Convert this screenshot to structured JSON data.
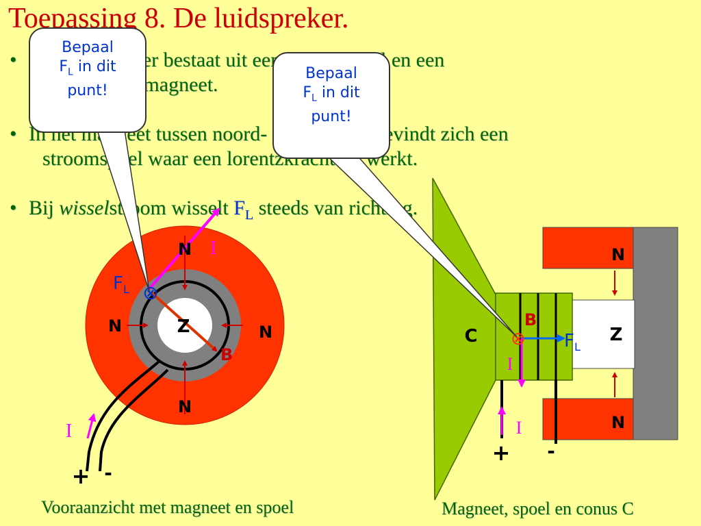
{
  "title": "Toepassing 8. De luidspreker.",
  "bullets": [
    {
      "line1": "Een luidspreker bestaat uit een stroomspoel en een",
      "line2": "permanente magneet."
    },
    {
      "line1": "In het magneet tussen noord- en zuidpool bevindt zich een",
      "line2": "stroomspoel waar een lorentzkracht op werkt."
    },
    {
      "pre": "Bij ",
      "em": "wissel",
      "mid": "stroom wisselt ",
      "fl_main": "F",
      "fl_sub": "L",
      "post": " steeds van richting."
    }
  ],
  "callout": {
    "line1": "Bepaal",
    "line2_main": "F",
    "line2_sub": "L",
    "line2_rest": " in dit",
    "line3": "punt!"
  },
  "front_view": {
    "pole_n": "N",
    "pole_z": "Z",
    "label_i": "I",
    "label_fl_main": "F",
    "label_fl_sub": "L",
    "label_b": "B",
    "current_symbol": "⊗",
    "plus": "+",
    "minus": "-",
    "caption": "Vooraanzicht met magneet en spoel"
  },
  "side_view": {
    "label_c": "C",
    "pole_n": "N",
    "pole_z": "Z",
    "label_b": "B",
    "label_fl_main": "F",
    "label_fl_sub": "L",
    "label_i": "I",
    "current_symbol": "⊗",
    "plus": "+",
    "minus": "-",
    "caption": "Magneet, spoel en conus C"
  },
  "colors": {
    "background": "#ffff99",
    "magnet_red": "#ff3300",
    "coil_gray": "#808080",
    "cone_green": "#99cc00",
    "arrow_red": "#cc0000",
    "current_magenta": "#ff00ff",
    "force_blue": "#0066ff",
    "text_green": "#006600",
    "title_red": "#cc0000"
  }
}
